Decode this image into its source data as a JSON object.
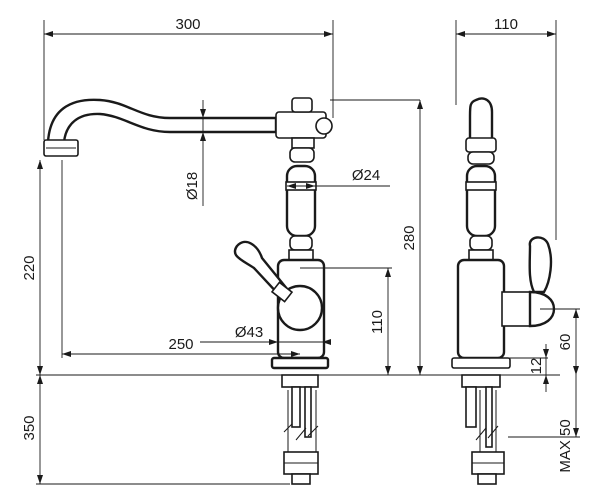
{
  "dimensions": {
    "width_total": "300",
    "depth_total": "110",
    "spout_dia": "Ø18",
    "body_dia": "Ø24",
    "base_dia": "Ø43",
    "reach": "250",
    "spout_height": "220",
    "total_height": "280",
    "lever_height": "110",
    "shank_length": "350",
    "side_60": "60",
    "side_12": "12",
    "max_thickness": "MAX 50"
  },
  "colors": {
    "line": "#1a1a1a",
    "background": "#ffffff"
  }
}
